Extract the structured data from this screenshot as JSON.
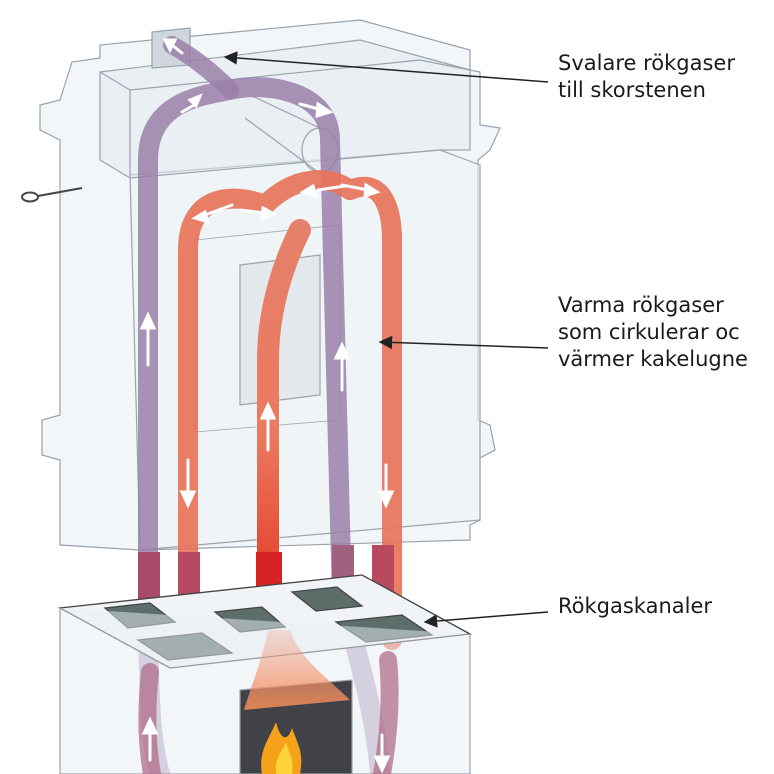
{
  "labels": {
    "cool_gases": {
      "line1": "Svalare rökgaser",
      "line2": "till skorstenen"
    },
    "warm_gases": {
      "line1": "Varma rökgaser",
      "line2": "som cirkulerar oc",
      "line3": "värmer kakelugne"
    },
    "flue_channels": {
      "line1": "Rökgaskanaler"
    }
  },
  "colors": {
    "hot_flow": "#e8735a",
    "core_flow": "#e0322a",
    "cool_flow": "#9a7fa8",
    "stove_line": "#9aa2aa",
    "glass_fill": "#dde5ec",
    "fire": "#f5a21a"
  },
  "icons": [
    "arrow-up-icon",
    "arrow-down-icon",
    "flame-icon",
    "damper-handle-icon"
  ]
}
